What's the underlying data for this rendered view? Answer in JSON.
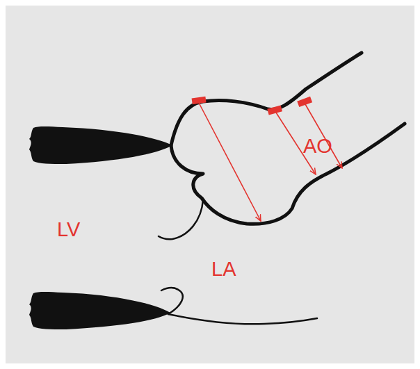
{
  "diagram": {
    "labels": [
      "LV",
      "LA",
      "AO"
    ]
  }
}
